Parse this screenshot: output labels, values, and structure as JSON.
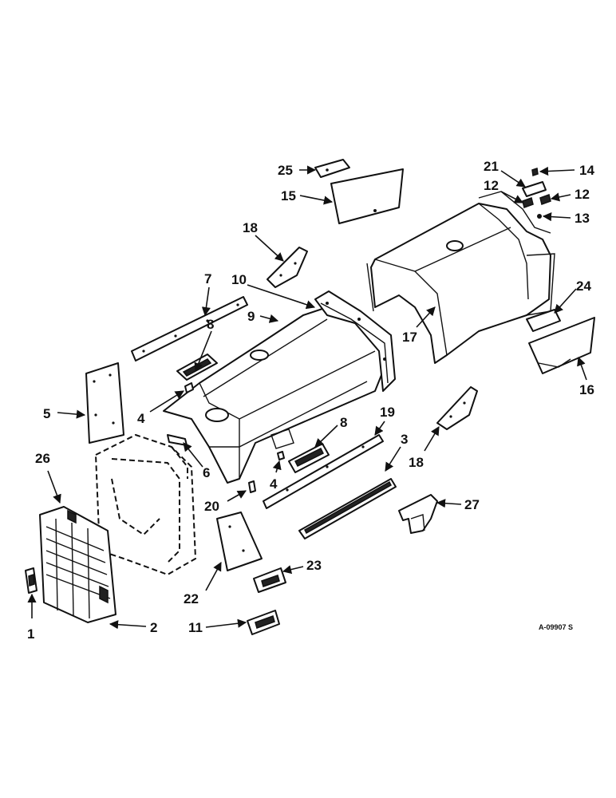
{
  "callouts": {
    "c1": "1",
    "c2": "2",
    "c3": "3",
    "c4a": "4",
    "c4b": "4",
    "c5": "5",
    "c6": "6",
    "c7": "7",
    "c8a": "8",
    "c8b": "8",
    "c9": "9",
    "c10": "10",
    "c11": "11",
    "c12a": "12",
    "c12b": "12",
    "c13": "13",
    "c14": "14",
    "c15": "15",
    "c16": "16",
    "c17": "17",
    "c18a": "18",
    "c18b": "18",
    "c19": "19",
    "c20": "20",
    "c21": "21",
    "c22": "22",
    "c23": "23",
    "c24": "24",
    "c25": "25",
    "c26": "26",
    "c27": "27"
  },
  "reference_code": "A-09907 S",
  "colors": {
    "line": "#111111",
    "paper": "#ffffff"
  }
}
